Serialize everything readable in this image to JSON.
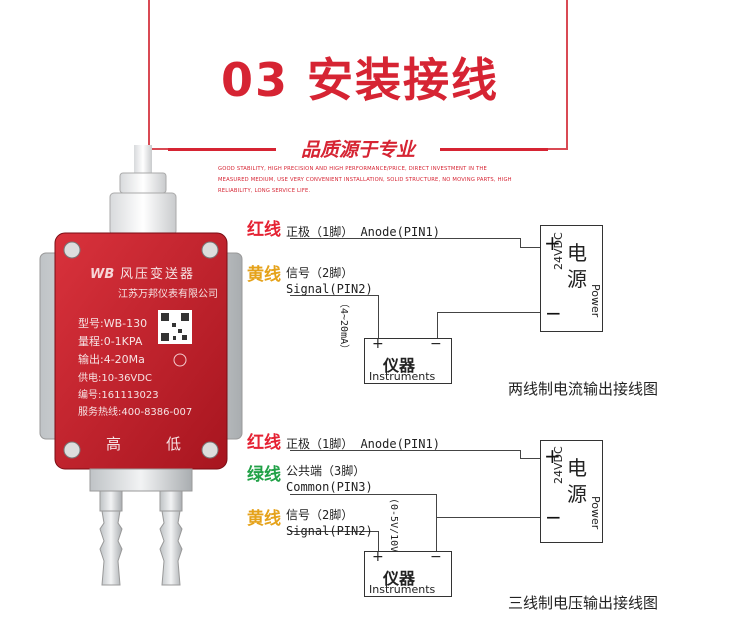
{
  "header": {
    "title": "03 安装接线",
    "subtitle": "品质源于专业",
    "tagline": "GOOD STABILITY, HIGH PRECISION AND HIGH PERFORMANCE/PRICE, DIRECT INVESTMENT IN THE MEASURED MEDIUM, USE VERY CONVENIENT INSTALLATION, SOLID STRUCTURE, NO MOVING PARTS, HIGH RELIABILITY, LONG SERVICE LIFE."
  },
  "device": {
    "name": "风压变送器",
    "company": "江苏万邦仪表有限公司",
    "model": "型号:WB-130",
    "range": "量程:0-1KPA",
    "output": "输出:4-20Ma",
    "supply": "供电:10-36VDC",
    "serial": "编号:161113023",
    "hotline": "服务热线:400-8386-007",
    "port_high": "高",
    "port_low": "低",
    "logo": "WB"
  },
  "two_wire": {
    "red_wire": "红线",
    "red_text": "正极（1脚） Anode(PIN1)",
    "yellow_wire": "黄线",
    "yellow_text_cn": "信号（2脚）",
    "yellow_text_en": "Signal(PIN2)",
    "current": "（4~20mA）",
    "power_plus": "+",
    "power_minus": "−",
    "power_name": "电源",
    "voltage": "24VDC",
    "power_en": "Power",
    "inst_plus": "+",
    "inst_minus": "−",
    "inst_name": "仪器",
    "inst_en": "Instruments",
    "caption": "两线制电流输出接线图"
  },
  "three_wire": {
    "red_wire": "红线",
    "red_text": "正极（1脚） Anode(PIN1)",
    "green_wire": "绿线",
    "green_text_cn": "公共端（3脚）",
    "green_text_en": "Common(PIN3)",
    "yellow_wire": "黄线",
    "yellow_text_cn": "信号（2脚）",
    "yellow_text_en": "Signal(PIN2)",
    "voltage_out": "(0-5V/10V)",
    "power_plus": "+",
    "power_minus": "−",
    "power_name": "电源",
    "voltage": "24VDC",
    "power_en": "Power",
    "inst_plus": "+",
    "inst_minus": "−",
    "inst_name": "仪器",
    "inst_en": "Instruments",
    "caption": "三线制电压输出接线图"
  },
  "colors": {
    "accent": "#d62433",
    "device_red": "#c8202c",
    "green": "#21a147",
    "yellow": "#e5a21a"
  }
}
